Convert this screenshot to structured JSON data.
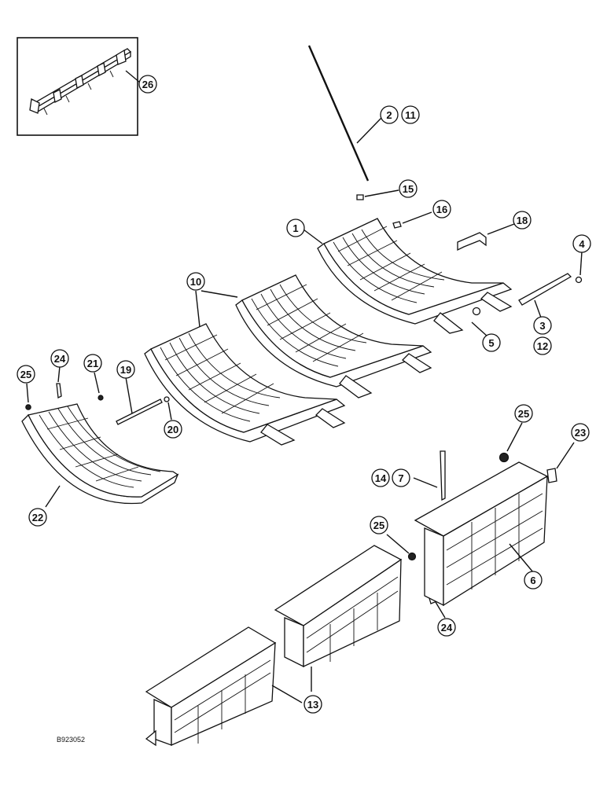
{
  "diagram": {
    "reference_code": "B923052",
    "callouts": [
      {
        "id": "c1",
        "label": "1"
      },
      {
        "id": "c2",
        "label": "2"
      },
      {
        "id": "c11",
        "label": "11"
      },
      {
        "id": "c3",
        "label": "3"
      },
      {
        "id": "c12",
        "label": "12"
      },
      {
        "id": "c4",
        "label": "4"
      },
      {
        "id": "c5",
        "label": "5"
      },
      {
        "id": "c6",
        "label": "6"
      },
      {
        "id": "c7",
        "label": "7"
      },
      {
        "id": "c14",
        "label": "14"
      },
      {
        "id": "c10",
        "label": "10"
      },
      {
        "id": "c13",
        "label": "13"
      },
      {
        "id": "c15",
        "label": "15"
      },
      {
        "id": "c16",
        "label": "16"
      },
      {
        "id": "c18",
        "label": "18"
      },
      {
        "id": "c19",
        "label": "19"
      },
      {
        "id": "c20",
        "label": "20"
      },
      {
        "id": "c21",
        "label": "21"
      },
      {
        "id": "c22",
        "label": "22"
      },
      {
        "id": "c23",
        "label": "23"
      },
      {
        "id": "c24a",
        "label": "24"
      },
      {
        "id": "c24b",
        "label": "24"
      },
      {
        "id": "c25a",
        "label": "25"
      },
      {
        "id": "c25b",
        "label": "25"
      },
      {
        "id": "c25c",
        "label": "25"
      },
      {
        "id": "c26",
        "label": "26"
      }
    ]
  }
}
